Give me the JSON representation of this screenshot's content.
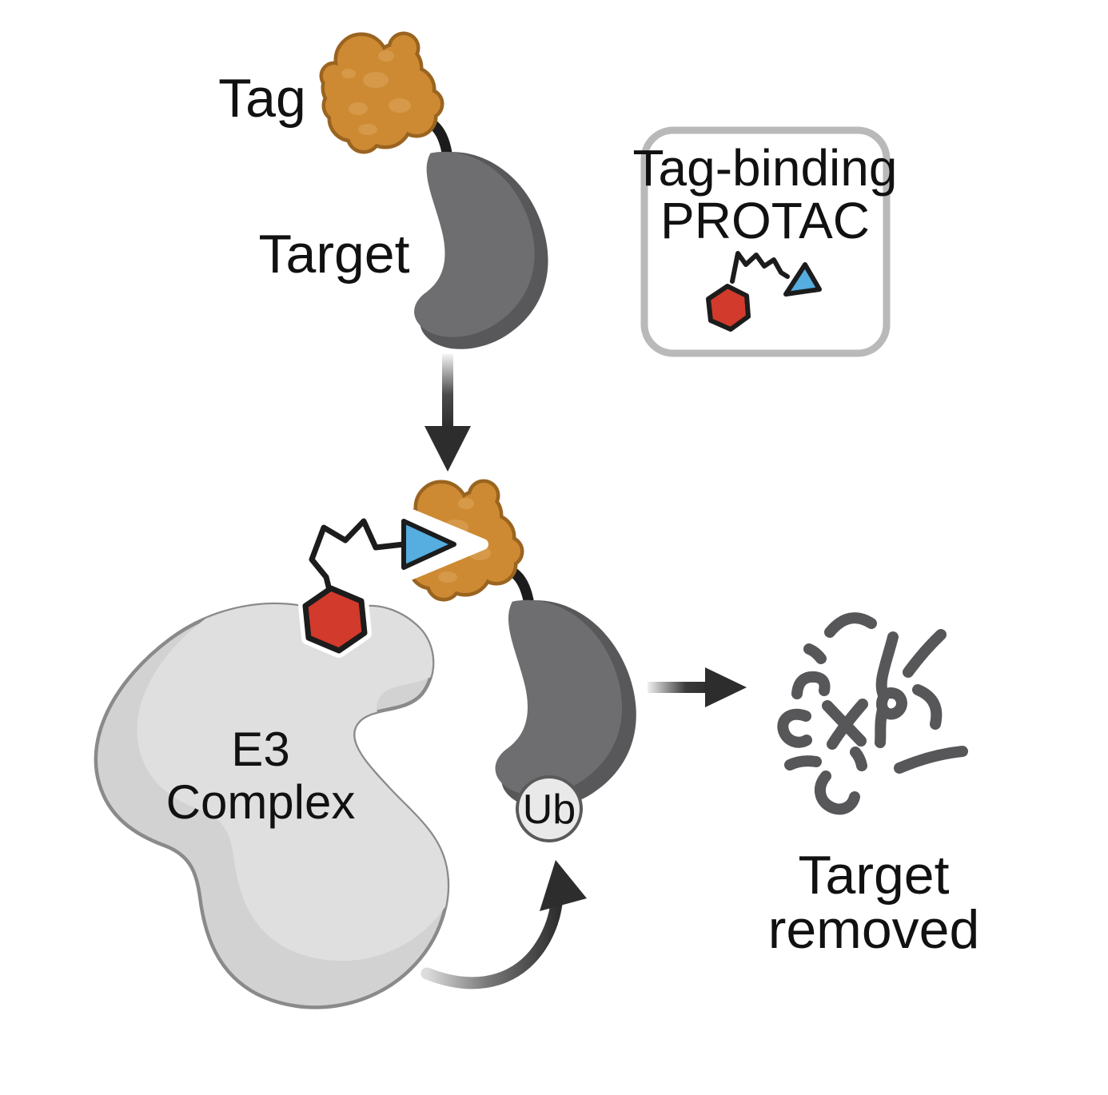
{
  "title": "Tag-binding PROTAC degradation mechanism diagram",
  "labels": {
    "tag": "Tag",
    "target": "Target",
    "e3_line1": "E3",
    "e3_line2": "Complex",
    "ub": "Ub",
    "removed_line1": "Target",
    "removed_line2": "removed"
  },
  "protac_box": {
    "line1": "Tag-binding",
    "line2": "PROTAC"
  },
  "colors": {
    "background": "#ffffff",
    "tag_protein": "#cd8a33",
    "tag_protein_outline": "#9a6420",
    "tag_protein_patch": "#d89c4e",
    "target_protein_dark": "#58585a",
    "target_protein_light": "#6e6e70",
    "e3_complex_fill": "#d2d2d2",
    "e3_complex_highlight": "#dfdfdf",
    "e3_complex_outline": "#8a8a8a",
    "protac_hexagon": "#d23a2c",
    "protac_triangle": "#55ade0",
    "linker_stroke": "#1c1c1c",
    "arrow": "#2d2d2d",
    "fragments": "#57575a",
    "ub_fill": "#e9e9e9",
    "ub_stroke": "#5a5a5a",
    "box_border": "#b9b9b9"
  }
}
